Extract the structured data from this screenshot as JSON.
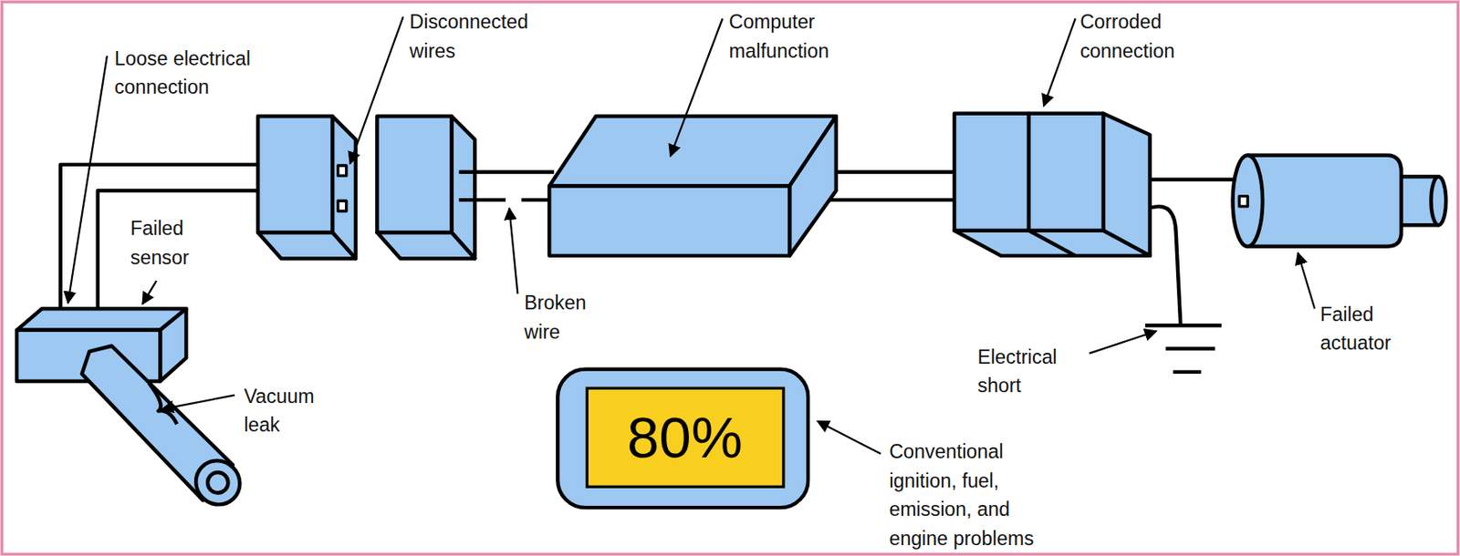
{
  "diagram": {
    "nodes": [
      {
        "text": [
          "80%"
        ]
      }
    ],
    "labels": [
      "Loose electrical connection",
      "Disconnected wires",
      "Computer malfunction",
      "Corroded connection",
      "Failed sensor",
      "Broken wire",
      "Vacuum leak",
      "Electrical short",
      "Failed actuator",
      "Conventional ignition, fuel, emission, and engine problems"
    ]
  }
}
